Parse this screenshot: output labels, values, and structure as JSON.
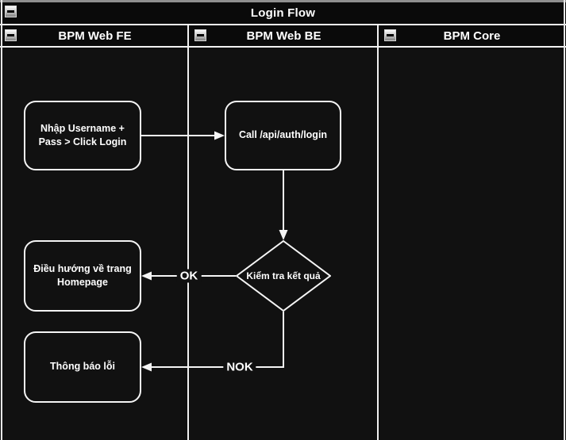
{
  "diagram": {
    "title": "Login Flow",
    "lanes": [
      {
        "label": "BPM Web FE"
      },
      {
        "label": "BPM Web BE"
      },
      {
        "label": "BPM Core"
      }
    ],
    "nodes": [
      {
        "id": "enter-credentials",
        "type": "rounded",
        "lane": "BPM Web FE",
        "label": "Nhập Username + Pass > Click Login"
      },
      {
        "id": "call-login-api",
        "type": "rounded",
        "lane": "BPM Web BE",
        "label": "Call /api/auth/login"
      },
      {
        "id": "check-result",
        "type": "decision",
        "lane": "BPM Web BE",
        "label": "Kiểm tra kết quả"
      },
      {
        "id": "go-homepage",
        "type": "rounded",
        "lane": "BPM Web FE",
        "label": "Điều hướng về trang Homepage"
      },
      {
        "id": "show-error",
        "type": "rounded",
        "lane": "BPM Web FE",
        "label": "Thông báo lỗi"
      }
    ],
    "edges": [
      {
        "from": "enter-credentials",
        "to": "call-login-api",
        "label": ""
      },
      {
        "from": "call-login-api",
        "to": "check-result",
        "label": ""
      },
      {
        "from": "check-result",
        "to": "go-homepage",
        "label": "OK"
      },
      {
        "from": "check-result",
        "to": "show-error",
        "label": "NOK"
      }
    ],
    "colors": {
      "background": "#111111",
      "header_background": "#0a0a0a",
      "stroke": "#f2f2f2",
      "text": "#ffffff",
      "window_edge": "#8f8f8f"
    }
  }
}
